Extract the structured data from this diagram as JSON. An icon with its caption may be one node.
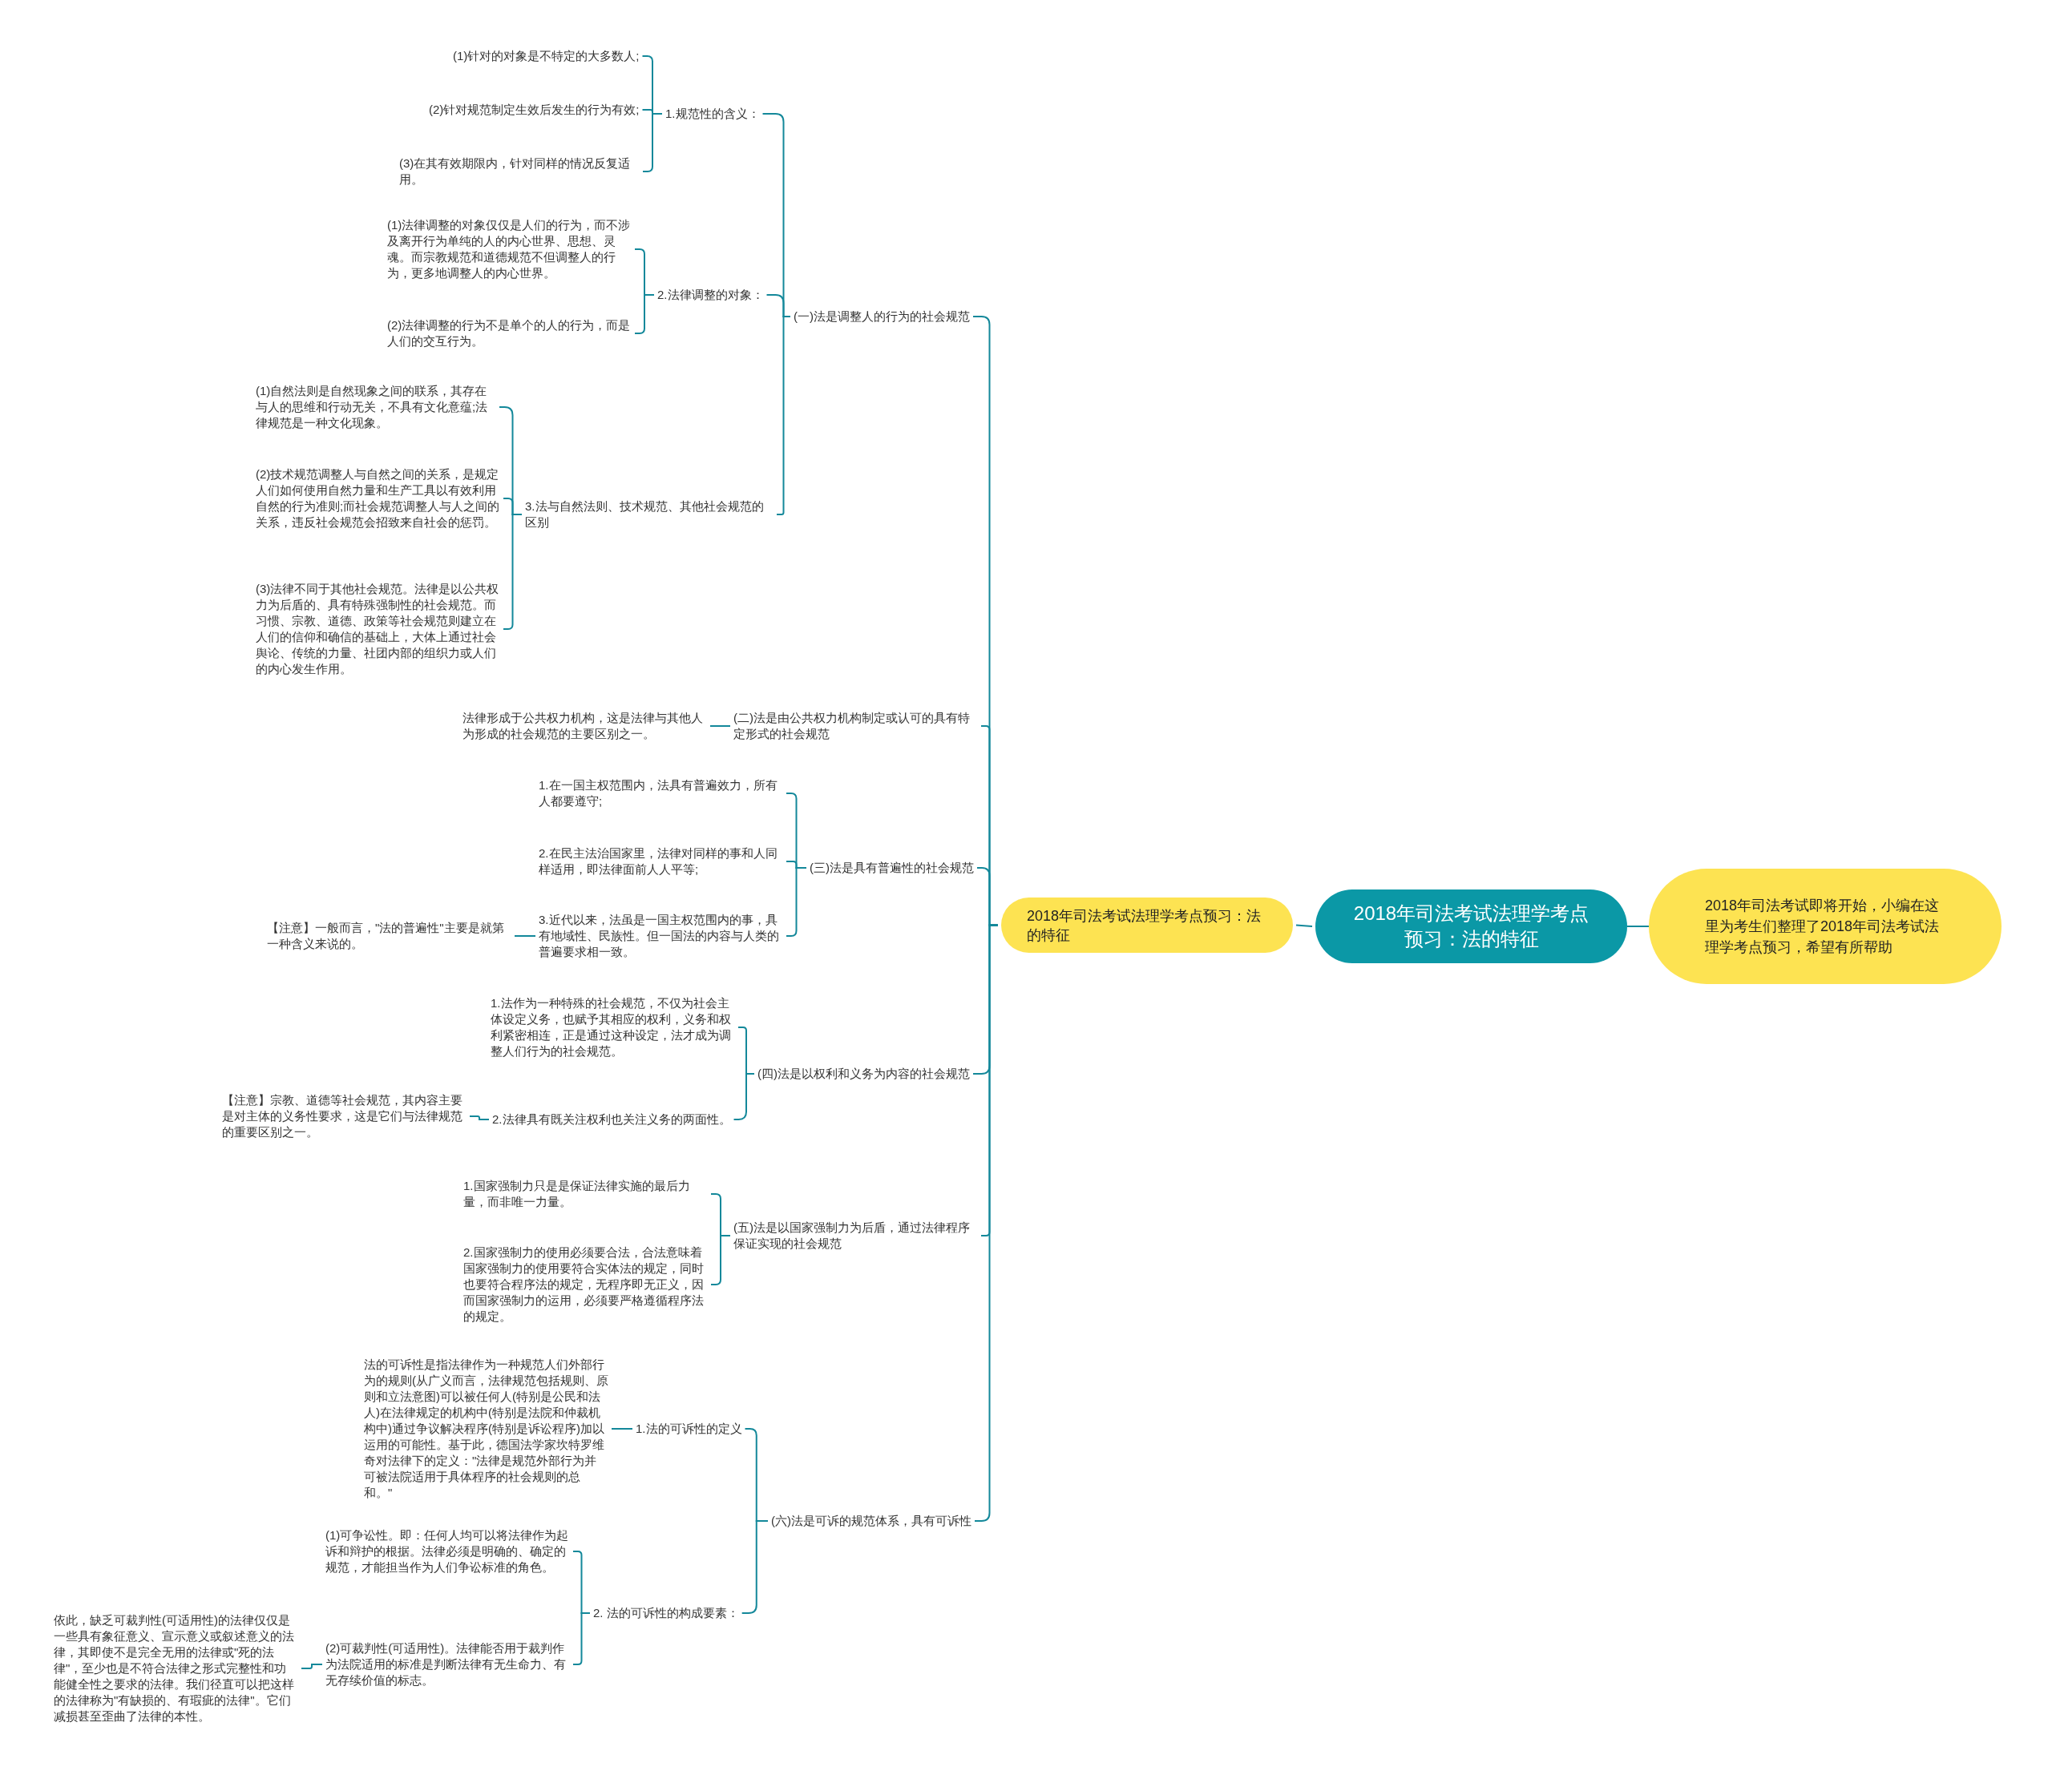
{
  "diagram": {
    "nodes": [
      {
        "text": [
          "2018年司法考试法理学考点预习：法的特征"
        ]
      },
      {
        "text": [
          "2018年司法考试即将开始，小编在这里为考生们整理了2018年司法考试法理学考点预习，希望有所帮助"
        ]
      },
      {
        "text": [
          "2018年司法考试法理学考点预习：法的特征"
        ]
      },
      {
        "text": [
          "(一)法是调整人的行为的社会规范"
        ]
      },
      {
        "text": [
          "1.规范性的含义："
        ]
      },
      {
        "text": [
          "(1)针对的对象是不特定的大多数人;"
        ]
      },
      {
        "text": [
          "(2)针对规范制定生效后发生的行为有效;"
        ]
      },
      {
        "text": [
          "(3)在其有效期限内，针对同样的情况反复适用。"
        ]
      },
      {
        "text": [
          "2.法律调整的对象："
        ]
      },
      {
        "text": [
          "(1)法律调整的对象仅仅是人们的行为，而不涉及离开行为单纯的人的内心世界、思想、灵魂。而宗教规范和道德规范不但调整人的行为，更多地调整人的内心世界。"
        ]
      },
      {
        "text": [
          "(2)法律调整的行为不是单个的人的行为，而是人们的交互行为。"
        ]
      },
      {
        "text": [
          "3.法与自然法则、技术规范、其他社会规范的区别"
        ]
      },
      {
        "text": [
          "(1)自然法则是自然现象之间的联系，其存在与人的思维和行动无关，不具有文化意蕴;法律规范是一种文化现象。"
        ]
      },
      {
        "text": [
          "(2)技术规范调整人与自然之间的关系，是规定人们如何使用自然力量和生产工具以有效利用自然的行为准则;而社会规范调整人与人之间的关系，违反社会规范会招致来自社会的惩罚。"
        ]
      },
      {
        "text": [
          "(3)法律不同于其他社会规范。法律是以公共权力为后盾的、具有特殊强制性的社会规范。而习惯、宗教、道德、政策等社会规范则建立在人们的信仰和确信的基础上，大体上通过社会舆论、传统的力量、社团内部的组织力或人们的内心发生作用。"
        ]
      },
      {
        "text": [
          "(二)法是由公共权力机构制定或认可的具有特定形式的社会规范"
        ]
      },
      {
        "text": [
          "法律形成于公共权力机构，这是法律与其他人为形成的社会规范的主要区别之一。"
        ]
      },
      {
        "text": [
          "(三)法是具有普遍性的社会规范"
        ]
      },
      {
        "text": [
          "1.在一国主权范围内，法具有普遍效力，所有人都要遵守;"
        ]
      },
      {
        "text": [
          "2.在民主法治国家里，法律对同样的事和人同样适用，即法律面前人人平等;"
        ]
      },
      {
        "text": [
          "3.近代以来，法虽是一国主权范围内的事，具有地域性、民族性。但一国法的内容与人类的普遍要求相一致。"
        ]
      },
      {
        "text": [
          "【注意】一般而言，\"法的普遍性\"主要是就第一种含义来说的。"
        ]
      },
      {
        "text": [
          "(四)法是以权利和义务为内容的社会规范"
        ]
      },
      {
        "text": [
          "1.法作为一种特殊的社会规范，不仅为社会主体设定义务，也赋予其相应的权利，义务和权利紧密相连，正是通过这种设定，法才成为调整人们行为的社会规范。"
        ]
      },
      {
        "text": [
          "2.法律具有既关注权利也关注义务的两面性。"
        ]
      },
      {
        "text": [
          "【注意】宗教、道德等社会规范，其内容主要是对主体的义务性要求，这是它们与法律规范的重要区别之一。"
        ]
      },
      {
        "text": [
          "(五)法是以国家强制力为后盾，通过法律程序保证实现的社会规范"
        ]
      },
      {
        "text": [
          "1.国家强制力只是是保证法律实施的最后力量，而非唯一力量。"
        ]
      },
      {
        "text": [
          "2.国家强制力的使用必须要合法，合法意味着国家强制力的使用要符合实体法的规定，同时也要符合程序法的规定，无程序即无正义，因而国家强制力的运用，必须要严格遵循程序法的规定。"
        ]
      },
      {
        "text": [
          "(六)法是可诉的规范体系，具有可诉性"
        ]
      },
      {
        "text": [
          "1.法的可诉性的定义"
        ]
      },
      {
        "text": [
          "法的可诉性是指法律作为一种规范人们外部行为的规则(从广义而言，法律规范包括规则、原则和立法意图)可以被任何人(特别是公民和法人)在法律规定的机构中(特别是法院和仲裁机构中)通过争议解决程序(特别是诉讼程序)加以运用的可能性。基于此，德国法学家坎特罗维奇对法律下的定义：\"法律是规范外部行为并可被法院适用于具体程序的社会规则的总和。\""
        ]
      },
      {
        "text": [
          "2. 法的可诉性的构成要素："
        ]
      },
      {
        "text": [
          "(1)可争讼性。即：任何人均可以将法律作为起诉和辩护的根据。法律必须是明确的、确定的规范，才能担当作为人们争讼标准的角色。"
        ]
      },
      {
        "text": [
          "(2)可裁判性(可适用性)。法律能否用于裁判作为法院适用的标准是判断法律有无生命力、有无存续价值的标志。"
        ]
      },
      {
        "text": [
          "依此，缺乏可裁判性(可适用性)的法律仅仅是一些具有象征意义、宣示意义或叙述意义的法律，其即使不是完全无用的法律或\"死的法律\"，至少也是不符合法律之形式完整性和功能健全性之要求的法律。我们径直可以把这样的法律称为\"有缺损的、有瑕疵的法律\"。它们减损甚至歪曲了法律的本性。"
        ]
      }
    ],
    "edges": [
      {
        "from": 0,
        "to": 1,
        "arrow": "none"
      },
      {
        "from": 0,
        "to": 2,
        "arrow": "none"
      },
      {
        "from": 2,
        "to": 3,
        "arrow": "none"
      },
      {
        "from": 2,
        "to": 15,
        "arrow": "none"
      },
      {
        "from": 2,
        "to": 17,
        "arrow": "none"
      },
      {
        "from": 2,
        "to": 22,
        "arrow": "none"
      },
      {
        "from": 2,
        "to": 26,
        "arrow": "none"
      },
      {
        "from": 2,
        "to": 29,
        "arrow": "none"
      },
      {
        "from": 3,
        "to": 4,
        "arrow": "none"
      },
      {
        "from": 3,
        "to": 8,
        "arrow": "none"
      },
      {
        "from": 3,
        "to": 11,
        "arrow": "none"
      },
      {
        "from": 4,
        "to": 5,
        "arrow": "none"
      },
      {
        "from": 4,
        "to": 6,
        "arrow": "none"
      },
      {
        "from": 4,
        "to": 7,
        "arrow": "none"
      },
      {
        "from": 8,
        "to": 9,
        "arrow": "none"
      },
      {
        "from": 8,
        "to": 10,
        "arrow": "none"
      },
      {
        "from": 11,
        "to": 12,
        "arrow": "none"
      },
      {
        "from": 11,
        "to": 13,
        "arrow": "none"
      },
      {
        "from": 11,
        "to": 14,
        "arrow": "none"
      },
      {
        "from": 15,
        "to": 16,
        "arrow": "none"
      },
      {
        "from": 17,
        "to": 18,
        "arrow": "none"
      },
      {
        "from": 17,
        "to": 19,
        "arrow": "none"
      },
      {
        "from": 17,
        "to": 20,
        "arrow": "none"
      },
      {
        "from": 20,
        "to": 21,
        "arrow": "none"
      },
      {
        "from": 22,
        "to": 23,
        "arrow": "none"
      },
      {
        "from": 22,
        "to": 24,
        "arrow": "none"
      },
      {
        "from": 24,
        "to": 25,
        "arrow": "none"
      },
      {
        "from": 26,
        "to": 27,
        "arrow": "none"
      },
      {
        "from": 26,
        "to": 28,
        "arrow": "none"
      },
      {
        "from": 29,
        "to": 30,
        "arrow": "none"
      },
      {
        "from": 29,
        "to": 32,
        "arrow": "none"
      },
      {
        "from": 30,
        "to": 31,
        "arrow": "none"
      },
      {
        "from": 32,
        "to": 33,
        "arrow": "none"
      },
      {
        "from": 32,
        "to": 34,
        "arrow": "none"
      },
      {
        "from": 34,
        "to": 35,
        "arrow": "none"
      }
    ]
  }
}
